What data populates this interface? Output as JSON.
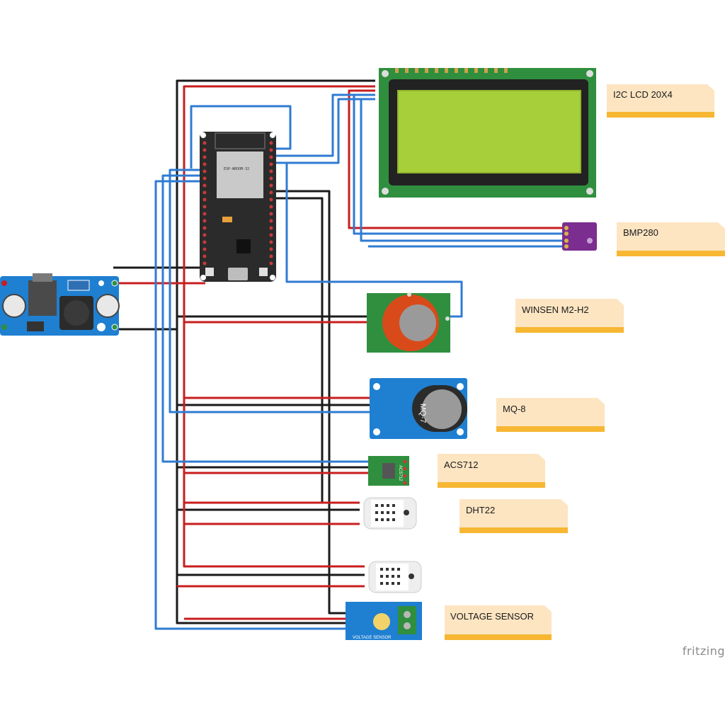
{
  "labels": {
    "lcd": "I2C LCD 20X4",
    "bmp": "BMP280",
    "winsen": "WINSEN M2-H2",
    "mq8": "MQ-8",
    "acs": "ACS712",
    "dht": "DHT22",
    "voltage": "VOLTAGE SENSOR"
  },
  "board_text": {
    "module": "ESP-WROOM-32",
    "mq7": "MQ-7",
    "acs_chip": "ACS712",
    "vs_chip": "VOLTAGE SENSOR"
  },
  "watermark": "fritzing",
  "colors": {
    "wire_red": "#c81e1e",
    "wire_black": "#1a1a1a",
    "wire_blue": "#2f7bd3",
    "note_fill": "#fde5c2",
    "note_bar": "#f7b733",
    "pcb_green": "#2f8f3e",
    "pcb_blue": "#1f7fd1"
  }
}
